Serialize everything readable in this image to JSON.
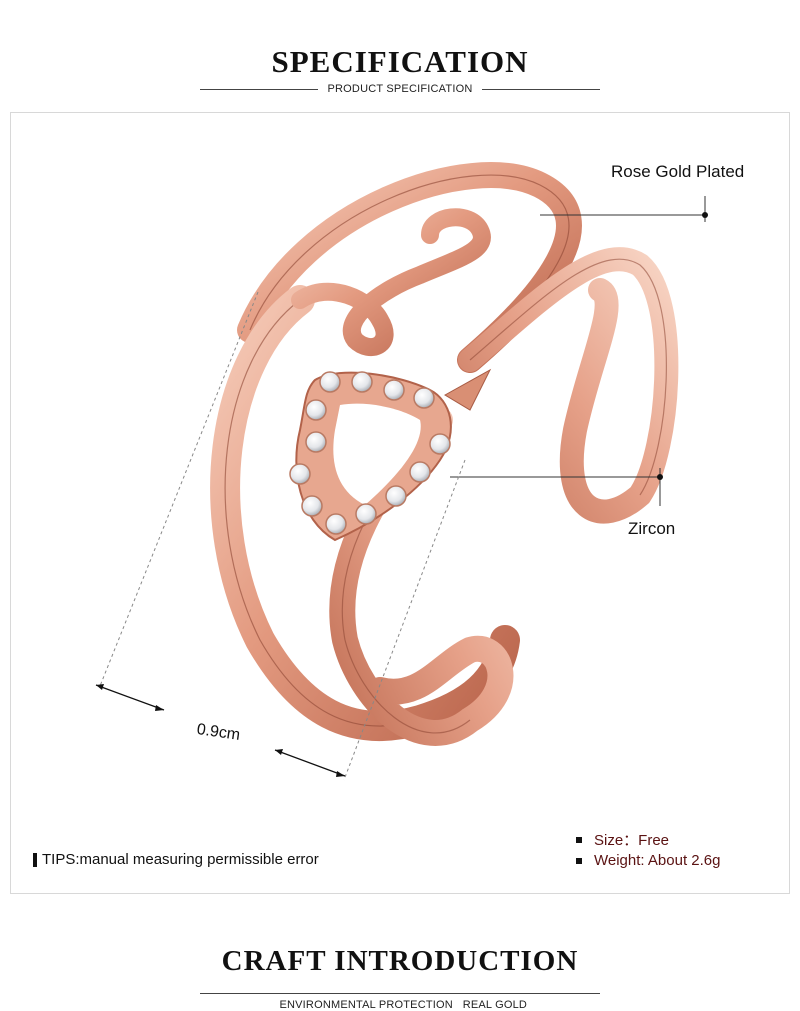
{
  "specification": {
    "title": "SPECIFICATION",
    "subtitle": "PRODUCT SPECIFICATION"
  },
  "callouts": {
    "material": "Rose Gold Plated",
    "stone": "Zircon",
    "width": "0.9cm"
  },
  "tips": "TIPS:manual measuring permissible error",
  "specs": {
    "size": "Size：Free",
    "weight": "Weight: About 2.6g"
  },
  "craft": {
    "title": "CRAFT INTRODUCTION",
    "subtitle": "ENVIRONMENTAL PROTECTION   REAL GOLD"
  },
  "colors": {
    "rose_gold_dark": "#c9735a",
    "rose_gold_light": "#f4c2ad",
    "spec_text": "#5a1212"
  }
}
